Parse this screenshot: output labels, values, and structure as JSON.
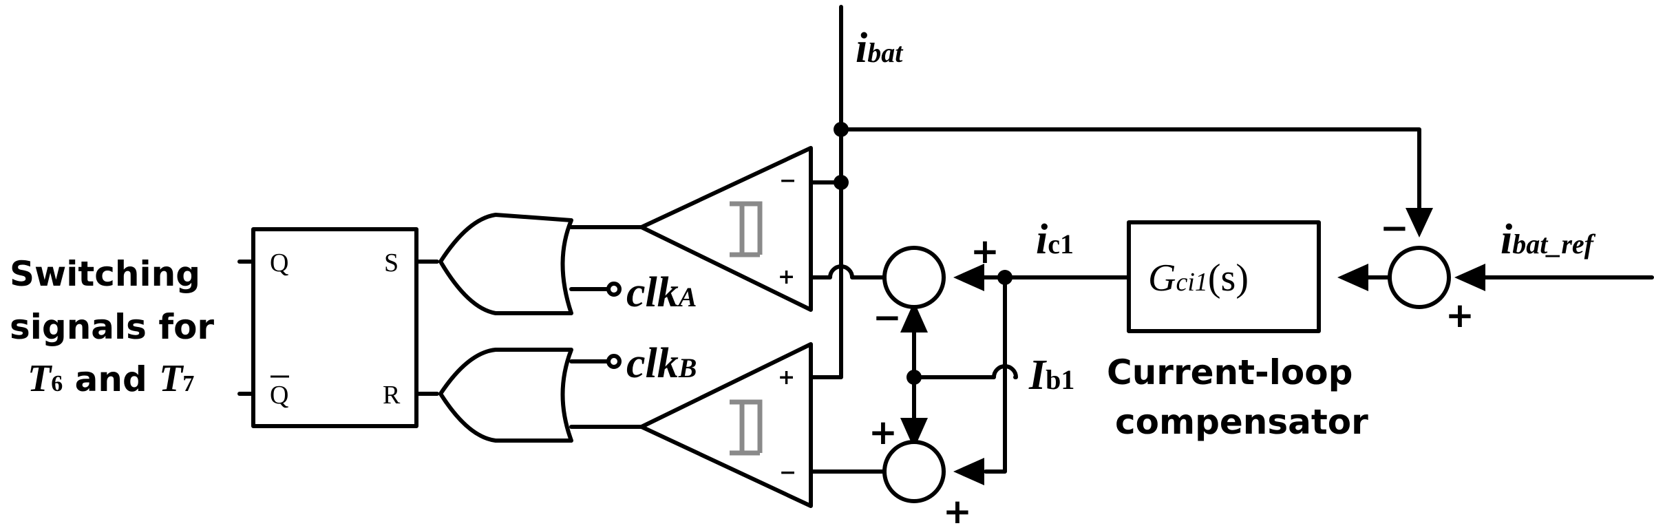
{
  "labels": {
    "ibat": {
      "base": "i",
      "sub": "bat"
    },
    "ibat_ref": {
      "base": "i",
      "sub": "bat_ref"
    },
    "ic1": {
      "base": "i",
      "sub": "c1"
    },
    "ib1": {
      "base": "I",
      "sub": "b1"
    },
    "clkA": {
      "base": "clk",
      "sub": "A"
    },
    "clkB": {
      "base": "clk",
      "sub": "B"
    },
    "gci1": {
      "g": "G",
      "sub": "ci1",
      "arg": "(s)"
    },
    "compensator": [
      "Current-loop",
      "compensator"
    ],
    "switching": {
      "line1": "Switching",
      "line2": "signals for",
      "t6": "T",
      "t6_sub": "6",
      "and": " and ",
      "t7": "T",
      "t7_sub": "7"
    }
  },
  "flipflop": {
    "q": "Q",
    "qbar": "Q",
    "s": "S",
    "r": "R"
  },
  "comparator_signs": {
    "minus": "−",
    "plus": "+"
  },
  "summer_signs": {
    "plus": "+",
    "minus": "−"
  }
}
